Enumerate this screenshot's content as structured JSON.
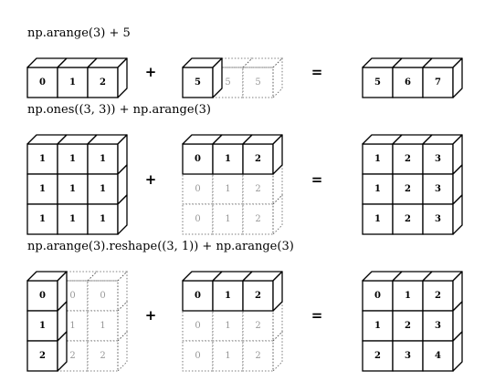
{
  "rows": [
    {
      "title": "np.arange(3) + 5",
      "plus": "+",
      "equals": "=",
      "left": {
        "rows": 1,
        "cols": 3,
        "solid_rows": 1,
        "solid_cols": 3,
        "values": [
          [
            "0",
            "1",
            "2"
          ]
        ]
      },
      "middle": {
        "rows": 1,
        "cols": 3,
        "solid_rows": 1,
        "solid_cols": 1,
        "values": [
          [
            "5",
            "5",
            "5"
          ]
        ]
      },
      "result": {
        "rows": 1,
        "cols": 3,
        "solid_rows": 1,
        "solid_cols": 3,
        "values": [
          [
            "5",
            "6",
            "7"
          ]
        ]
      }
    },
    {
      "title": "np.ones((3, 3)) + np.arange(3)",
      "plus": "+",
      "equals": "=",
      "left": {
        "rows": 3,
        "cols": 3,
        "solid_rows": 3,
        "solid_cols": 3,
        "values": [
          [
            "1",
            "1",
            "1"
          ],
          [
            "1",
            "1",
            "1"
          ],
          [
            "1",
            "1",
            "1"
          ]
        ]
      },
      "middle": {
        "rows": 3,
        "cols": 3,
        "solid_rows": 1,
        "solid_cols": 3,
        "values": [
          [
            "0",
            "1",
            "2"
          ],
          [
            "0",
            "1",
            "2"
          ],
          [
            "0",
            "1",
            "2"
          ]
        ]
      },
      "result": {
        "rows": 3,
        "cols": 3,
        "solid_rows": 3,
        "solid_cols": 3,
        "values": [
          [
            "1",
            "2",
            "3"
          ],
          [
            "1",
            "2",
            "3"
          ],
          [
            "1",
            "2",
            "3"
          ]
        ]
      }
    },
    {
      "title": "np.arange(3).reshape((3, 1)) + np.arange(3)",
      "plus": "+",
      "equals": "=",
      "left": {
        "rows": 3,
        "cols": 3,
        "solid_rows": 3,
        "solid_cols": 1,
        "values": [
          [
            "0",
            "0",
            "0"
          ],
          [
            "1",
            "1",
            "1"
          ],
          [
            "2",
            "2",
            "2"
          ]
        ]
      },
      "middle": {
        "rows": 3,
        "cols": 3,
        "solid_rows": 1,
        "solid_cols": 3,
        "values": [
          [
            "0",
            "1",
            "2"
          ],
          [
            "0",
            "1",
            "2"
          ],
          [
            "0",
            "1",
            "2"
          ]
        ]
      },
      "result": {
        "rows": 3,
        "cols": 3,
        "solid_rows": 3,
        "solid_cols": 3,
        "values": [
          [
            "0",
            "1",
            "2"
          ],
          [
            "1",
            "2",
            "3"
          ],
          [
            "2",
            "3",
            "4"
          ]
        ]
      }
    }
  ]
}
